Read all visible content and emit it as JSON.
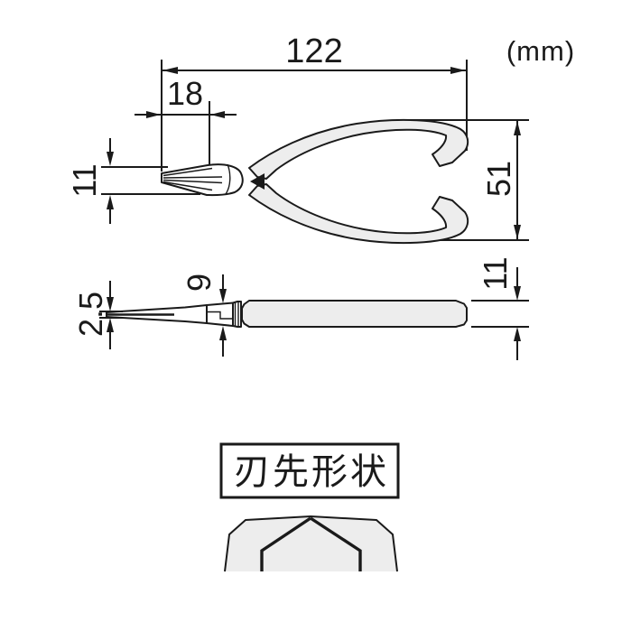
{
  "figure": {
    "unit_label": "(mm)",
    "top_view": {
      "overall_length": "122",
      "jaw_length": "18",
      "head_width": "11",
      "handle_spread": "51"
    },
    "side_view": {
      "tip_thickness": "2.5",
      "joint_height": "9",
      "handle_height": "11"
    },
    "blade_tip": {
      "label": "刃先形状"
    },
    "colors": {
      "line": "#1a1a1a",
      "handle_fill": "#ededed",
      "background": "#ffffff"
    }
  }
}
